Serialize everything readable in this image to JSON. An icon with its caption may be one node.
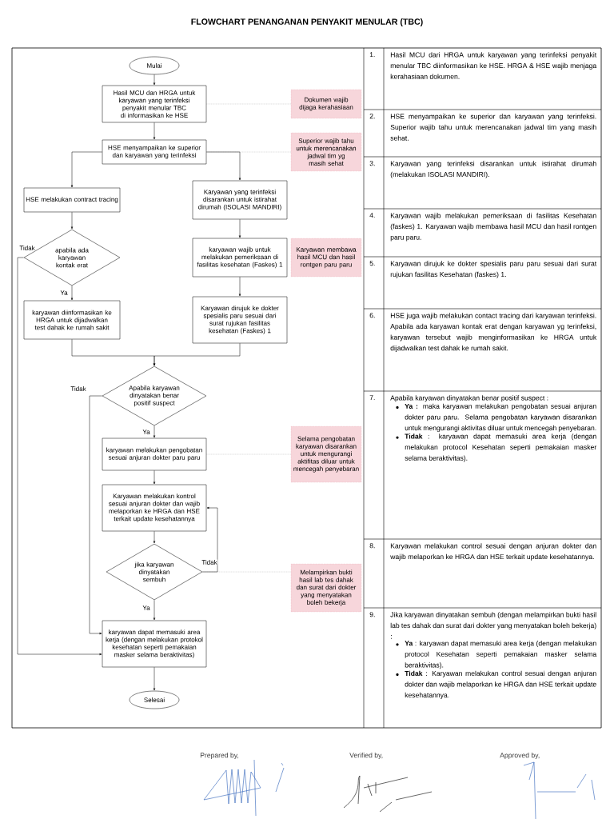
{
  "diagram": {
    "title": "FLOWCHART PENANGANAN PENYAKIT MENULAR (TBC)",
    "nodes": [
      {
        "text": [
          "Mulai"
        ]
      },
      {
        "text": [
          "Hasil MCU dan HRGA untuk karyawan yang terinfeksi penyakit menular TBC di informasikan ke HSE"
        ]
      },
      {
        "text": [
          "Dokumen wajib dijaga kerahasiaan"
        ]
      },
      {
        "text": [
          "HSE menyampaikan ke superior dan karyawan yang terinfeksi"
        ]
      },
      {
        "text": [
          "Superior wajib tahu untuk merencanakan jadwal tim yg masih sehat"
        ]
      },
      {
        "text": [
          "HSE melakukan contract tracing"
        ]
      },
      {
        "text": [
          "Karyawan yang terinfeksi disarankan untuk istirahat dirumah (ISOLASI MANDIRI)"
        ]
      },
      {
        "text": [
          "apabila ada karyawan kontak erat"
        ]
      },
      {
        "text": [
          "karyawan wajib untuk melakukan pemeriksaan di fasilitas kesehatan (Faskes) 1"
        ]
      },
      {
        "text": [
          "Karyawan membawa hasil MCU dan hasil rontgen paru paru"
        ]
      },
      {
        "text": [
          "karyawan diinformasikan ke HRGA untuk dijadwalkan test dahak ke rumah sakit"
        ]
      },
      {
        "text": [
          "Karyawan dirujuk ke dokter spesialis paru sesuai dari surat rujukan fasilitas kesehatan (Faskes) 1"
        ]
      },
      {
        "text": [
          "Apabila karyawan dinyatakan benar positif suspect"
        ]
      },
      {
        "text": [
          "karyawan melakukan pengobatan sesuai anjuran dokter paru paru"
        ]
      },
      {
        "text": [
          "Selama pengobatan karyawan disarankan untuk mengurangi aktifitas diluar untuk mencegah penyebaran"
        ]
      },
      {
        "text": [
          "Karyawan melakukan kontrol sesuai anjuran dokter dan wajib melaporkan ke HRGA dan HSE terkait update kesehatannya"
        ]
      },
      {
        "text": [
          "jika karyawan dinyatakan sembuh"
        ]
      },
      {
        "text": [
          "Melampirkan bukti hasil lab tes dahak dan surat dari dokter yang menyatakan boleh bekerja"
        ]
      },
      {
        "text": [
          "karyawan dapat memasuki area kerja (dengan melakukan protokol kesehatan seperti pemakaian masker selama beraktivitas)"
        ]
      },
      {
        "text": [
          "Selesai"
        ]
      }
    ],
    "edges": [
      {
        "from": 0,
        "to": 1,
        "arrow": "to"
      },
      {
        "from": 1,
        "to": 3,
        "arrow": "to"
      },
      {
        "from": 3,
        "to": 5,
        "arrow": "to"
      },
      {
        "from": 3,
        "to": 6,
        "arrow": "to"
      },
      {
        "from": 5,
        "to": 7,
        "arrow": "to"
      },
      {
        "from": 6,
        "to": 8,
        "arrow": "to"
      },
      {
        "from": 7,
        "to": 10,
        "arrow": "to",
        "label": "Ya"
      },
      {
        "from": 8,
        "to": 11,
        "arrow": "to"
      },
      {
        "from": 10,
        "to": 12,
        "arrow": "to"
      },
      {
        "from": 11,
        "to": 12,
        "arrow": "to"
      },
      {
        "from": 12,
        "to": 13,
        "arrow": "to",
        "label": "Ya"
      },
      {
        "from": 13,
        "to": 15,
        "arrow": "to"
      },
      {
        "from": 15,
        "to": 16,
        "arrow": "to"
      },
      {
        "from": 16,
        "to": 15,
        "arrow": "to",
        "label": "Tidak"
      },
      {
        "from": 16,
        "to": 18,
        "arrow": "to",
        "label": "Ya"
      },
      {
        "from": 7,
        "to": 18,
        "arrow": "to",
        "label": "Tidak"
      },
      {
        "from": 12,
        "to": 18,
        "arrow": "to",
        "label": "Tidak"
      },
      {
        "from": 18,
        "to": 19,
        "arrow": "to"
      },
      {
        "from": 1,
        "to": 2,
        "arrow": "none",
        "style": "dashed",
        "color": "#808080"
      },
      {
        "from": 3,
        "to": 4,
        "arrow": "none",
        "style": "dashed",
        "color": "#808080"
      },
      {
        "from": 13,
        "to": 14,
        "arrow": "none",
        "style": "dashed",
        "color": "#808080"
      },
      {
        "from": 16,
        "to": 17,
        "arrow": "none",
        "style": "dashed",
        "color": "#808080"
      }
    ],
    "labels": [
      "1.",
      "Hasil MCU dari HRGA untuk karyawan yang terinfeksi penyakit menular TBC diinformasikan ke HSE. HRGA & HSE wajib menjaga kerahasiaan dokumen.",
      "2.",
      "HSE menyampaikan ke superior dan karyawan yang terinfeksi. Superior wajib tahu untuk merencanakan jadwal tim yang masih sehat.",
      "3.",
      "Karyawan yang terinfeksi disarankan untuk istirahat dirumah (melakukan ISOLASI MANDIRI).",
      "4.",
      "Karyawan wajib melakukan pemeriksaan di fasilitas Kesehatan (faskes) 1. Karyawan wajib membawa hasil MCU dan hasil rontgen paru paru.",
      "5.",
      "Karyawan dirujuk ke dokter spesialis paru paru sesuai dari surat rujukan fasilitas Kesehatan (faskes) 1.",
      "6.",
      "HSE juga wajib melakukan contact tracing dari karyawan terinfeksi. Apabila ada karyawan kontak erat dengan karyawan yg terinfeksi, karyawan tersebut wajib menginformasikan ke HRGA untuk dijadwalkan test dahak ke rumah sakit.",
      "7.",
      "Apabila karyawan dinyatakan benar positif suspect :",
      "**Ya :** maka karyawan melakukan pengobatan sesuai anjuran dokter paru paru. Selama pengobatan karyawan disarankan untuk mengurangi aktivitas diluar untuk mencegah penyebaran.",
      "**Tidak** : karyawan dapat memasuki area kerja (dengan melakukan protocol Kesehatan seperti pemakaian masker selama beraktivitas).",
      "8.",
      "Karyawan melakukan control sesuai dengan anjuran dokter dan wajib melaporkan ke HRGA dan HSE terkait update kesehatannya.",
      "9.",
      "Jika karyawan dinyatakan sembuh (dengan melampirkan bukti hasil lab tes dahak dan surat dari dokter yang menyatakan boleh bekerja) :",
      "**Ya** : karyawan dapat memasuki area kerja (dengan melakukan protocol Kesehatan seperti pemakaian masker selama beraktivitas).",
      "**Tidak** : Karyawan melakukan control sesuai dengan anjuran dokter dan wajib melaporkan ke HRGA dan HSE terkait update kesehatannya.",
      "Prepared by,",
      "Verified by,",
      "Approved by,"
    ]
  }
}
